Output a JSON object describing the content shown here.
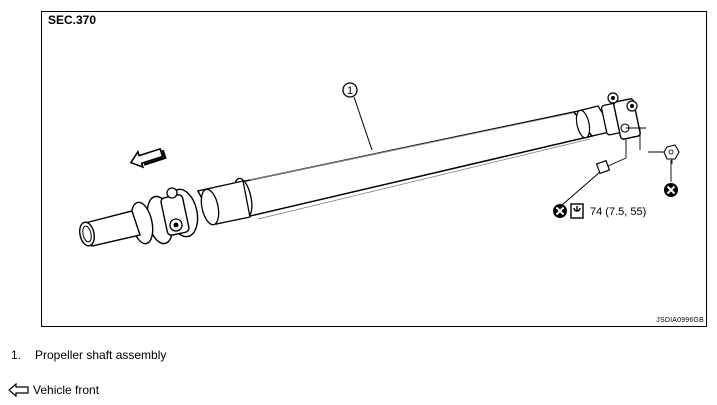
{
  "diagram": {
    "section": "SEC.370",
    "figure_id": "JSDIA0996GB",
    "callout_number": "1",
    "torque_value": "74 (7.5, 55)"
  },
  "legend": {
    "item_number": "1.",
    "item_label": "Propeller shaft assembly",
    "front_label": "Vehicle front"
  },
  "icons": {
    "front_arrow": "hollow-arrow-icon",
    "no_reuse": "circle-x-icon",
    "torque": "torque-wrench-icon"
  }
}
